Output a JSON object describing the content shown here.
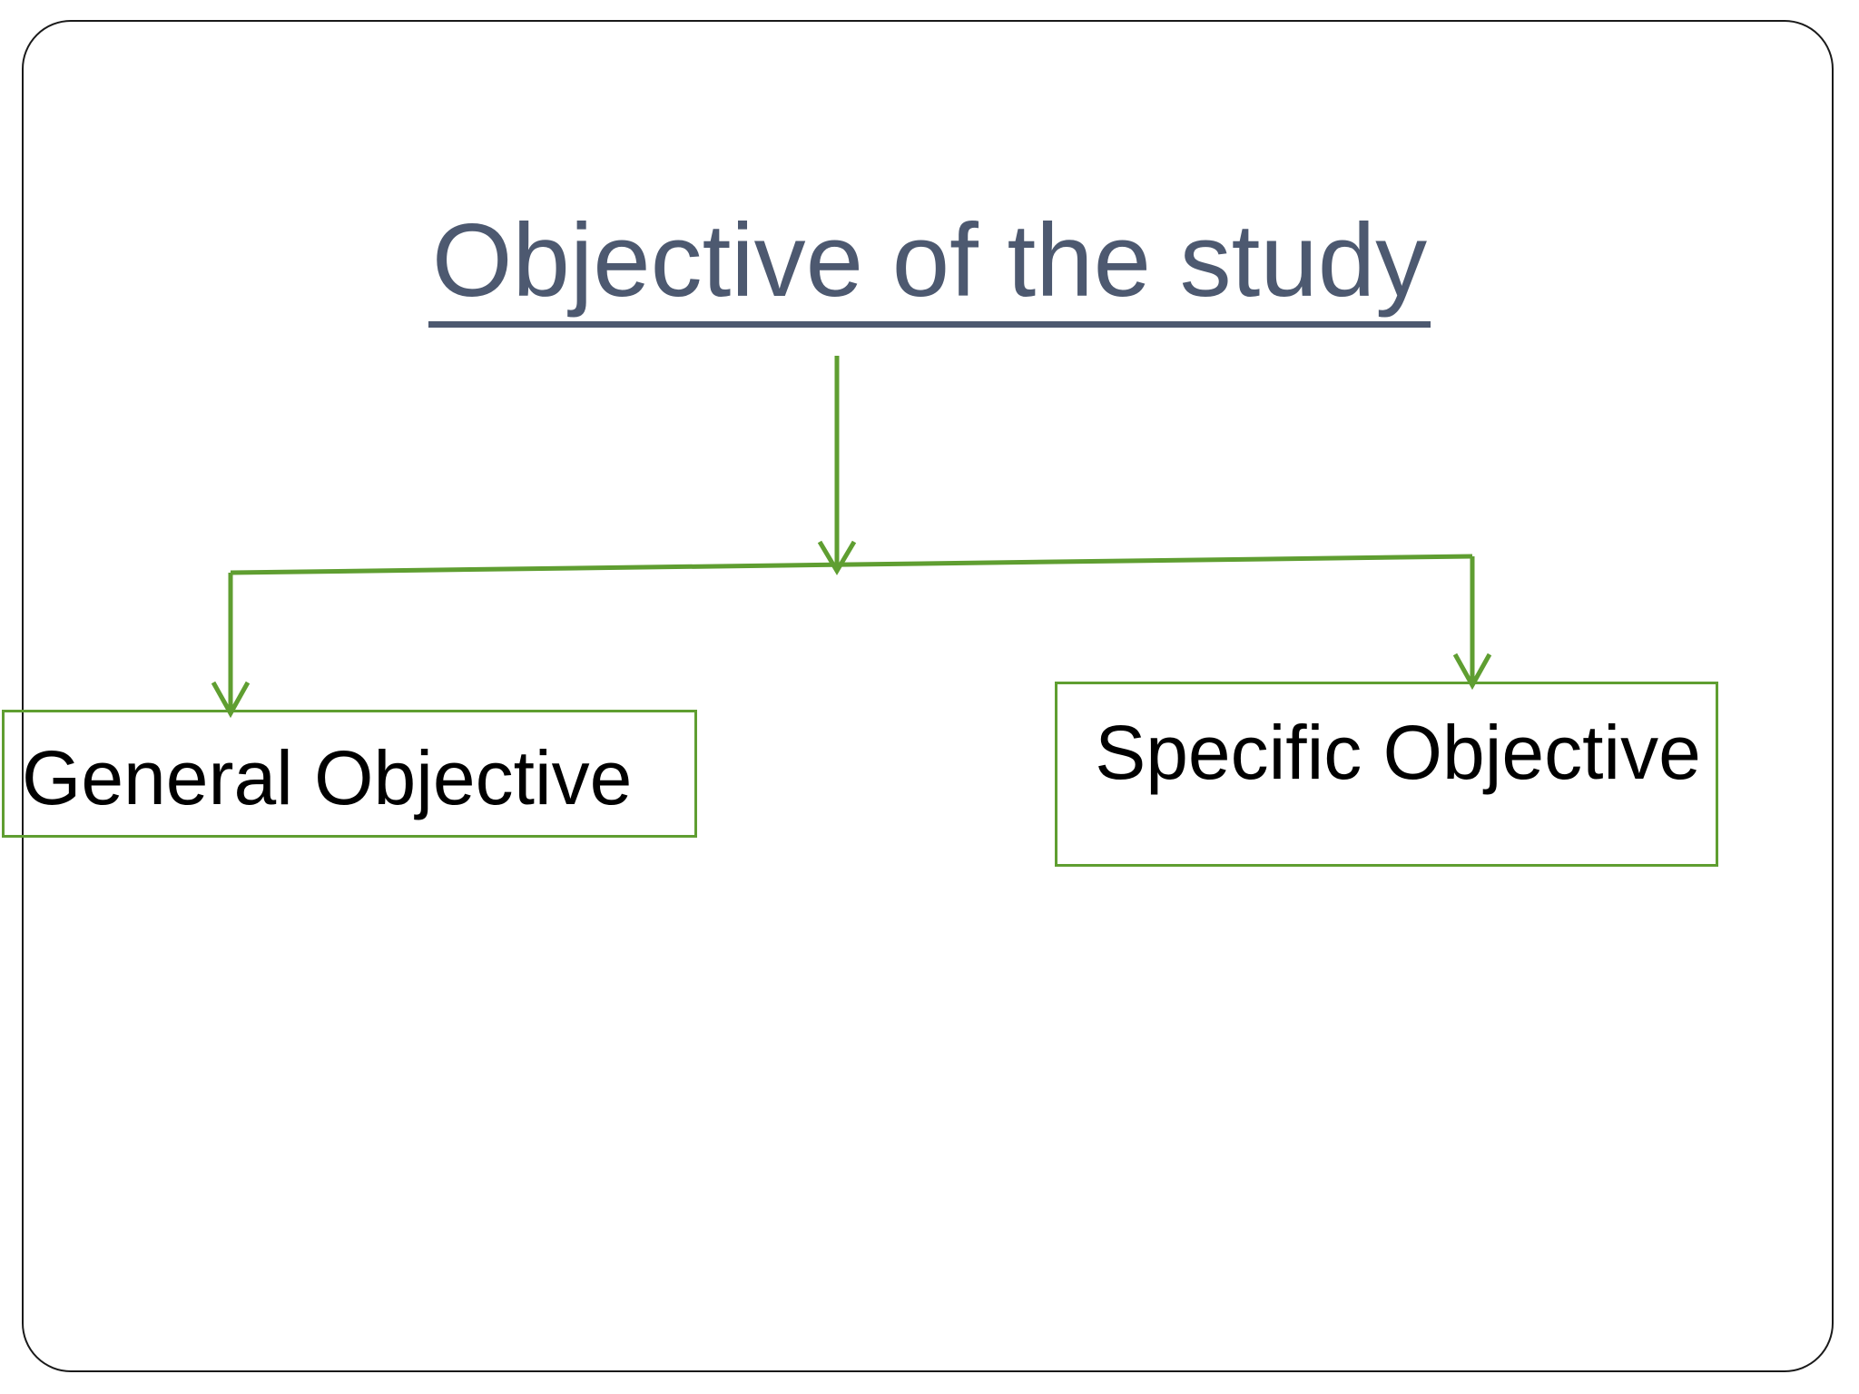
{
  "slide": {
    "title": "Objective of the study",
    "background_color": "#ffffff",
    "frame_color": "#1a1a1a",
    "title_color": "#4d5970",
    "accent_color": "#5f9e31"
  },
  "diagram": {
    "type": "tree",
    "root_label": "Objective of the study",
    "nodes": [
      {
        "id": "general-objective",
        "label": "General Objective",
        "border_color": "#5f9e31",
        "text_color": "#000000"
      },
      {
        "id": "specific-objective",
        "label": "Specific Objective",
        "border_color": "#5f9e31",
        "text_color": "#000000"
      }
    ],
    "connectors": [
      {
        "from": "root",
        "to": "split-bar",
        "style": "arrow-down"
      },
      {
        "from": "split-bar",
        "to": "general-objective",
        "style": "arrow-down"
      },
      {
        "from": "split-bar",
        "to": "specific-objective",
        "style": "arrow-down"
      }
    ]
  }
}
